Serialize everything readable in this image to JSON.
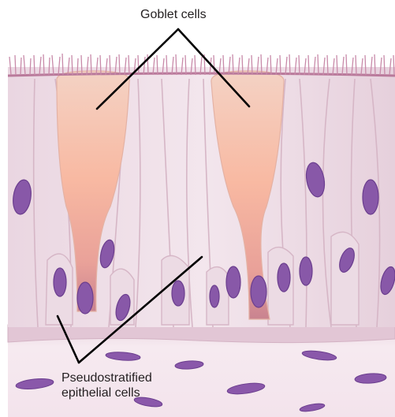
{
  "labels": {
    "goblet": "Goblet cells",
    "pseudo_line1": "Pseudostratified",
    "pseudo_line2": "epithelial cells"
  },
  "colors": {
    "cell_fill": "#efdde6",
    "cell_outline": "#d8b9c8",
    "goblet_gradient_top": "#f6c9ad",
    "goblet_gradient_mid": "#f8b8a4",
    "goblet_gradient_bottom": "#d98d92",
    "nucleus": "#8a5aa9",
    "nucleus_dark": "#6e3f90",
    "cilia": "#c98fae",
    "basement_membrane": "#e8cfdc",
    "connective_tissue": "#f4e6ee",
    "leader_line": "#000000"
  }
}
